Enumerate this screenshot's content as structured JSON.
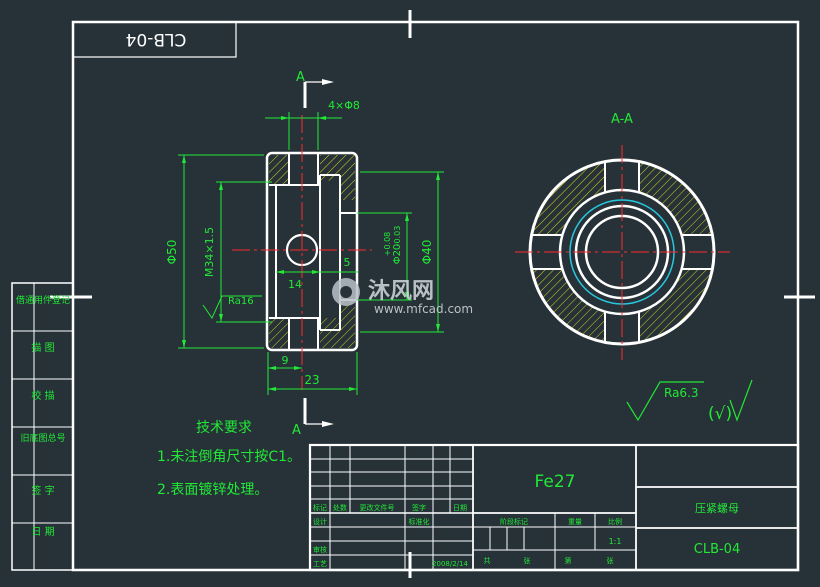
{
  "drawing": {
    "number": "CLB-04",
    "number_mirrored": "CLB-04",
    "part_name": "压紧螺母",
    "material": "Fe27",
    "scale": "1:1",
    "watermark_cn": "沐风网",
    "watermark_url": "www.mfcad.com"
  },
  "section": {
    "cut_label_top": "A",
    "cut_label_bottom": "A",
    "view_title": "A-A"
  },
  "dimensions": {
    "holes": "4×Φ8",
    "outer_dia": "Φ50",
    "thread": "M34×1.5",
    "dia40": "Φ40",
    "dia20": "Φ20",
    "dia20_tol_upper": "+0.08",
    "dia20_tol_lower": "-0.03",
    "width14": "14",
    "width5": "5",
    "width9": "9",
    "width23": "23",
    "ra_local": "Ra16",
    "ra_general": "Ra6.3",
    "ra_paren": "(√)"
  },
  "notes": {
    "title": "技术要求",
    "line1": "1.未注倒角尺寸按C1。",
    "line2": "2.表面镀锌处理。"
  },
  "left_strip": [
    "借通用件登记",
    "描 图",
    "校 描",
    "旧底图总号",
    "签 字",
    "日 期"
  ],
  "title_block": {
    "row_labels": [
      "标记",
      "处数",
      "更改文件号",
      "签字",
      "日期"
    ],
    "design": "设计",
    "standardize": "标准化",
    "review": "审核",
    "process": "工艺",
    "stage_label": "阶段标记",
    "weight": "重量",
    "scale_label": "比例",
    "sheet_total": "共",
    "sheet": "第",
    "sheet_unit_a": "张",
    "sheet_unit_b": "张",
    "date": "2008/2/14"
  },
  "colors": {
    "background": "#263238",
    "outline": "#ffffff",
    "center_line": "#ff2a2a",
    "dimension": "#22e836",
    "hatch": "#d6d21e",
    "cyan": "#28c8e0"
  }
}
